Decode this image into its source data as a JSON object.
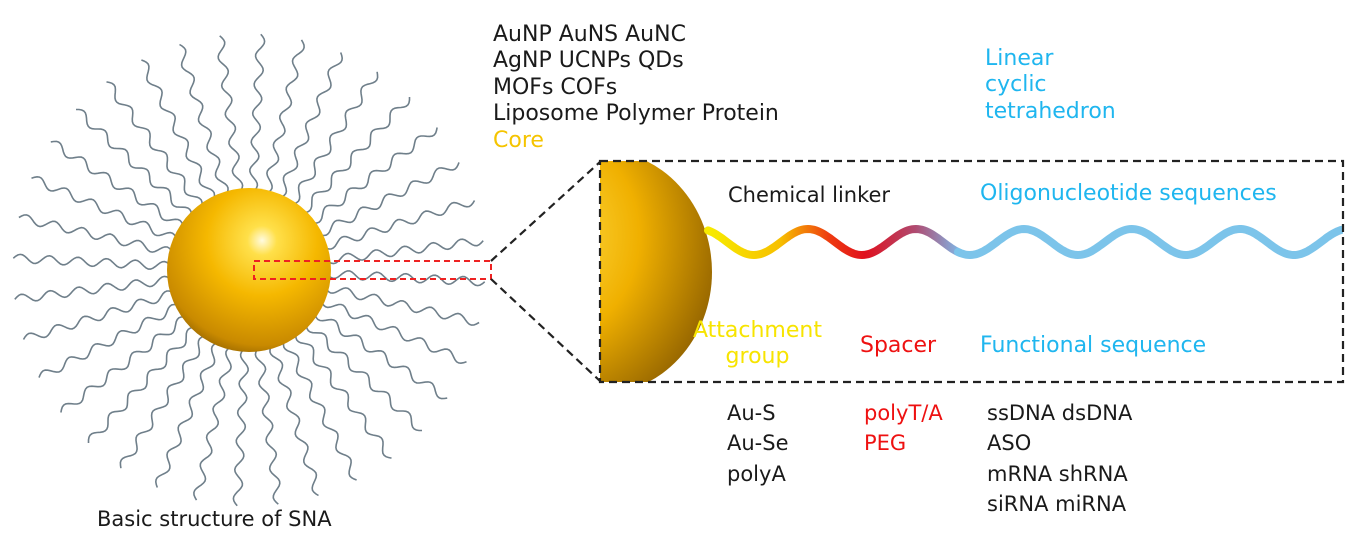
{
  "core_materials": [
    "AuNP AuNS AuNC",
    "AgNP UCNPs QDs",
    "MOFs COFs",
    "Liposome Polymer Protein"
  ],
  "core_label": "Core",
  "oligo_shapes": [
    "Linear",
    "cyclic",
    "tetrahedron"
  ],
  "chemical_linker_label": "Chemical linker",
  "oligo_label": "Oligonucleotide sequences",
  "attachment_label": [
    "Attachment",
    "group"
  ],
  "spacer_label": "Spacer",
  "functional_label": "Functional sequence",
  "attachment_examples": [
    "Au-S",
    "Au-Se",
    "polyA"
  ],
  "spacer_examples": [
    "polyT/A",
    "PEG"
  ],
  "functional_examples": [
    "ssDNA dsDNA",
    "ASO",
    "mRNA shRNA",
    "siRNA miRNA"
  ],
  "caption": "Basic structure of SNA",
  "colors": {
    "gold": "#f5b800",
    "attachment": "#f7e400",
    "spacer": "#ee1111",
    "oligo": "#1fb6ef",
    "strand": "#6f7f8a"
  }
}
